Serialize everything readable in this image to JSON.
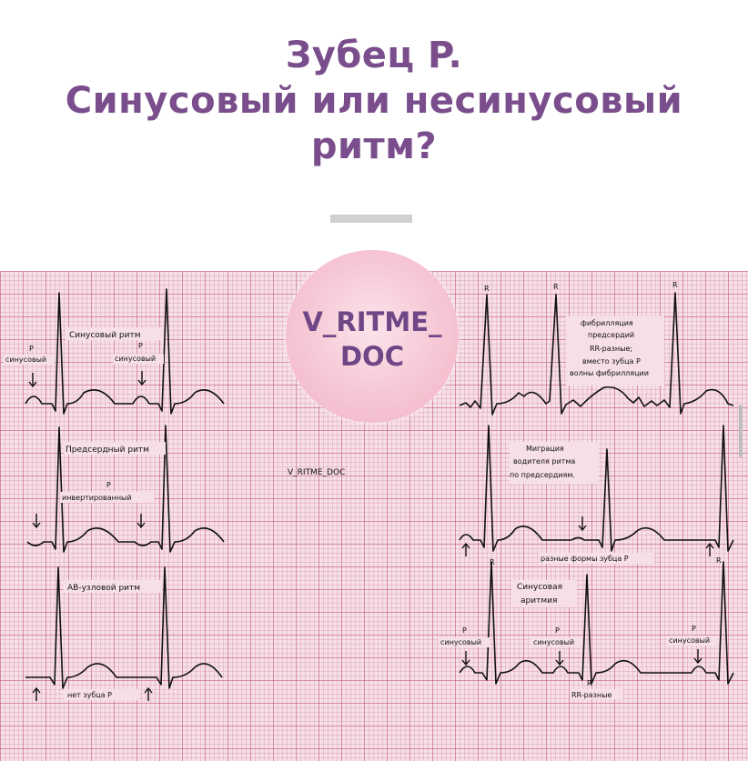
{
  "title": {
    "line1": "Зубец P.",
    "line2": "Синусовый или несинусовый",
    "line3": "ритм?"
  },
  "logo": {
    "line1": "V_RITME_",
    "line2": "DOC"
  },
  "watermark": "V_RITME_DOC",
  "colors": {
    "title": "#7a4d8c",
    "grid_bg": "#f6dfe6",
    "grid_line": "#c46280",
    "logo": "#f6c6d4"
  },
  "panels": {
    "sinus": {
      "title": "Синусовый ритм",
      "p_left": "P",
      "p_left_sub": "синусовый",
      "p_right": "P",
      "p_right_sub": "синусовый"
    },
    "atrial": {
      "title": "Предсердный ритм",
      "p": "P",
      "p_sub": "инвертированный"
    },
    "av": {
      "title": "АВ-узловой ритм",
      "note": "нет зубца P"
    },
    "afib": {
      "r1": "R",
      "r2": "R",
      "r3": "R",
      "line1": "фибрилляция",
      "line2": "предсердий",
      "line3": "RR-разные;",
      "line4": "вместо зубца P",
      "line5": "волны фибрилляции"
    },
    "migration": {
      "line1": "Миграция",
      "line2": "водителя ритма",
      "line3": "по предсердиям.",
      "note": "разные формы зубца P"
    },
    "arrhythmia": {
      "r1": "R",
      "r2": "R",
      "r3": "R",
      "title1": "Синусовая",
      "title2": "аритмия",
      "p1": "P",
      "p1_sub": "синусовый",
      "p2": "P",
      "p2_sub": "синусовый",
      "p3": "P",
      "p3_sub": "синусовый",
      "note": "RR-разные"
    }
  }
}
